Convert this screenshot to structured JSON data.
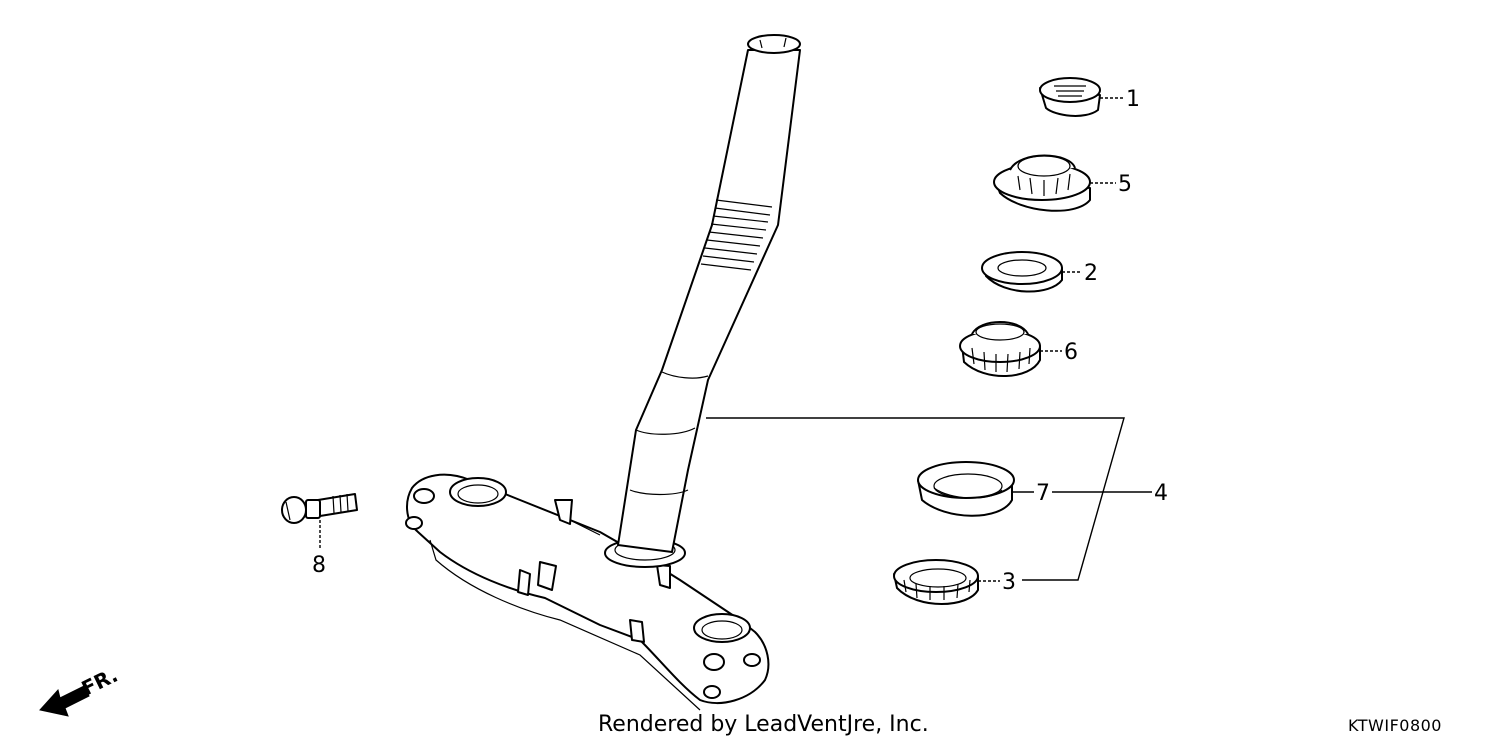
{
  "diagram": {
    "callouts": [
      {
        "id": "1",
        "label": "1"
      },
      {
        "id": "5",
        "label": "5"
      },
      {
        "id": "2",
        "label": "2"
      },
      {
        "id": "6",
        "label": "6"
      },
      {
        "id": "7",
        "label": "7"
      },
      {
        "id": "4",
        "label": "4"
      },
      {
        "id": "3",
        "label": "3"
      },
      {
        "id": "8",
        "label": "8"
      }
    ],
    "direction_label": "FR.",
    "credit": "Rendered by LeadVentJre, Inc.",
    "figure_code": "KTWIF0800"
  }
}
